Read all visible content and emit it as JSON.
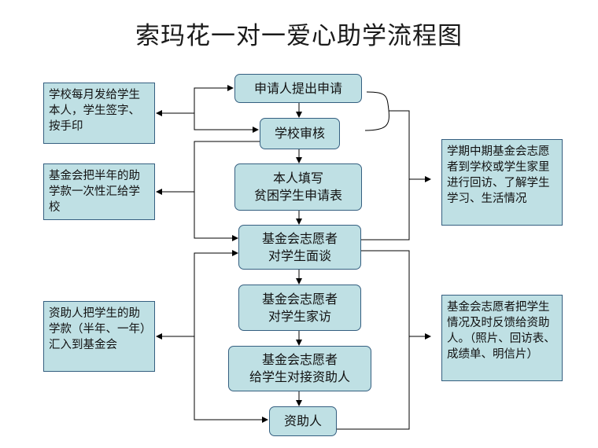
{
  "title": "索玛花一对一爱心助学流程图",
  "flow": {
    "apply": "申请人提出申请",
    "school_review": "学校审核",
    "fill_form": "本人填写\n贫困学生申请表",
    "interview": "基金会志愿者\n对学生面谈",
    "home_visit": "基金会志愿者\n对学生家访",
    "match_sponsor": "基金会志愿者\n给学生对接资助人",
    "sponsor": "资助人"
  },
  "notes": {
    "monthly_payout": "学校每月发给学生本人，学生签字、按手印",
    "half_year_transfer": "基金会把半年的助学款一次性汇给学校",
    "sponsor_remit": "资助人把学生的助学款（半年、一年）汇入到基金会",
    "mid_term_visit": "学期中期基金会志愿者到学校或学生家里进行回访、了解学生学习、生活情况",
    "feedback": "基金会志愿者把学生情况及时反馈给资助人。（照片、回访表、成绩单、明信片）"
  },
  "colors": {
    "box_fill": "#bfe0e4",
    "box_border": "#355f80",
    "line": "#000000"
  }
}
